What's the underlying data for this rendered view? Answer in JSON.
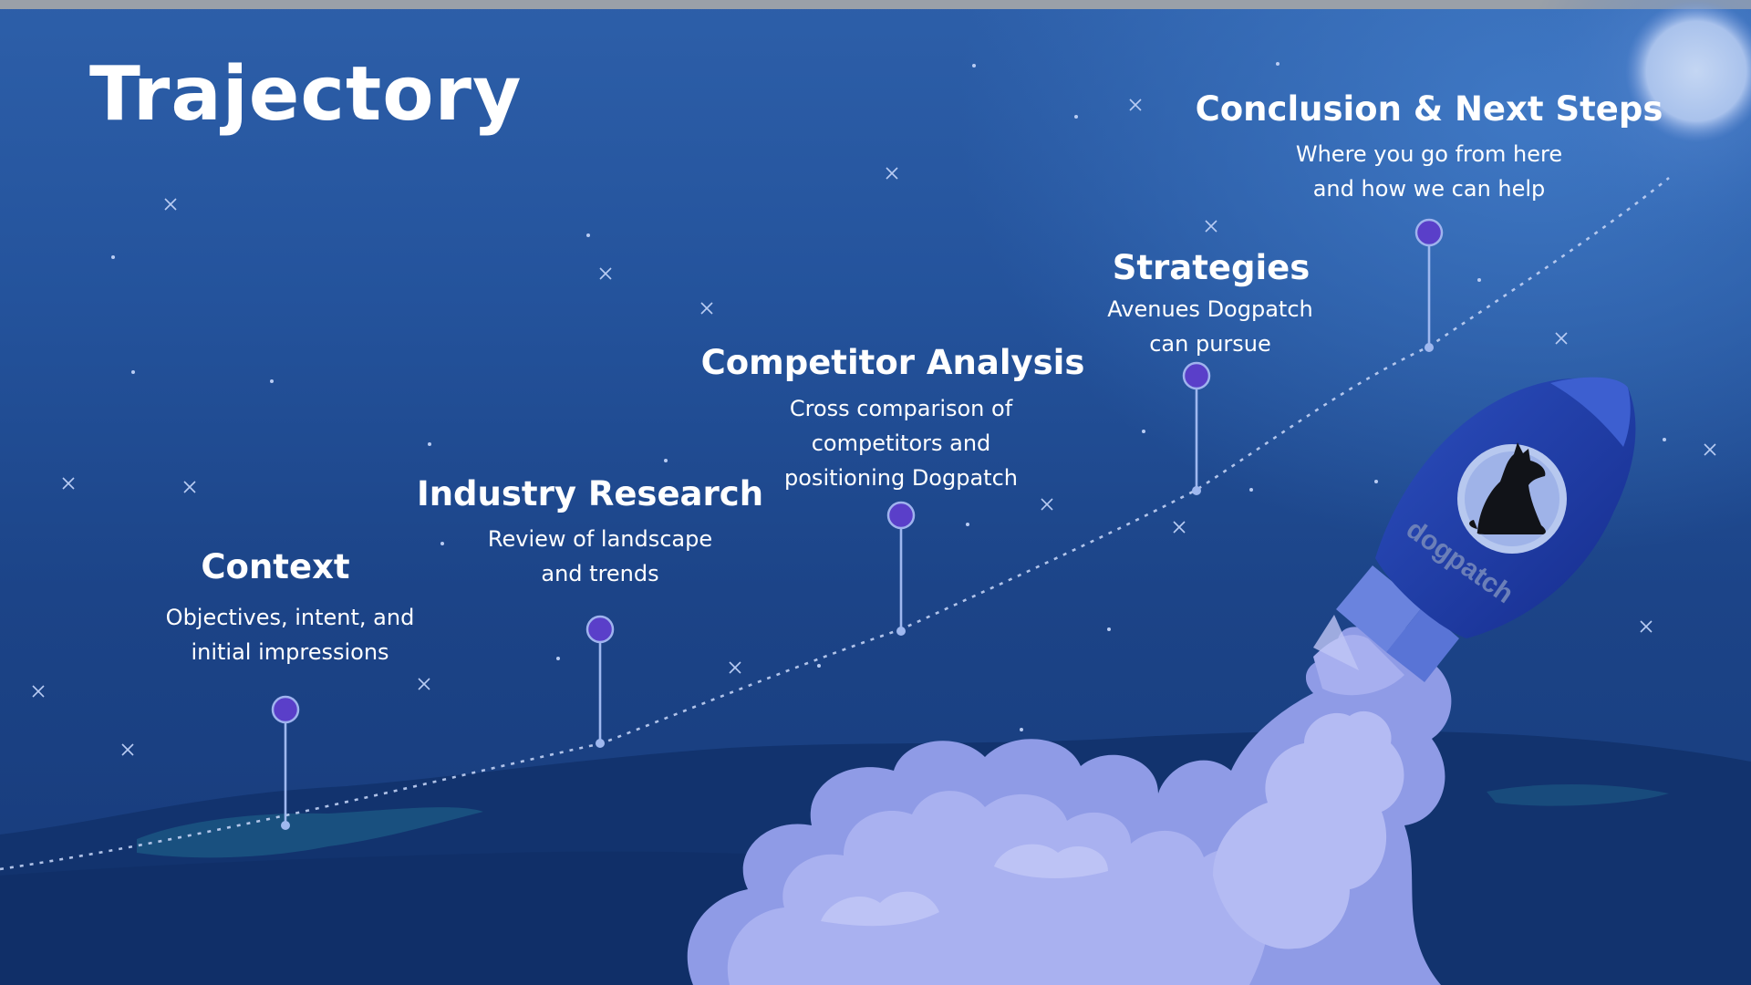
{
  "slide": {
    "title": "Trajectory",
    "brand": "dogpatch",
    "milestones": [
      {
        "title": "Context",
        "desc": [
          "Objectives, intent, and",
          "initial impressions"
        ]
      },
      {
        "title": "Industry Research",
        "desc": [
          "Review of landscape",
          "and trends"
        ]
      },
      {
        "title": "Competitor Analysis",
        "desc": [
          "Cross comparison of",
          "competitors and",
          "positioning Dogpatch"
        ]
      },
      {
        "title": "Strategies",
        "desc": [
          "Avenues Dogpatch",
          "can pursue"
        ]
      },
      {
        "title": "Conclusion & Next Steps",
        "desc": [
          "Where you go from here",
          "and how we can help"
        ]
      }
    ]
  },
  "colors": {
    "background_top": "#2d5fa9",
    "background_bottom": "#173a79",
    "ground": "#12336e",
    "smoke": "#9fa6ee",
    "rocket_body": "#1e3a9f",
    "rocket_nose": "#3d5fd0",
    "marker": "#5a3fc9",
    "stem": "#9fb8ef",
    "moon": "#aac4ee"
  },
  "icons": [
    "moon-icon",
    "rocket-icon",
    "dog-icon",
    "star-icon"
  ]
}
